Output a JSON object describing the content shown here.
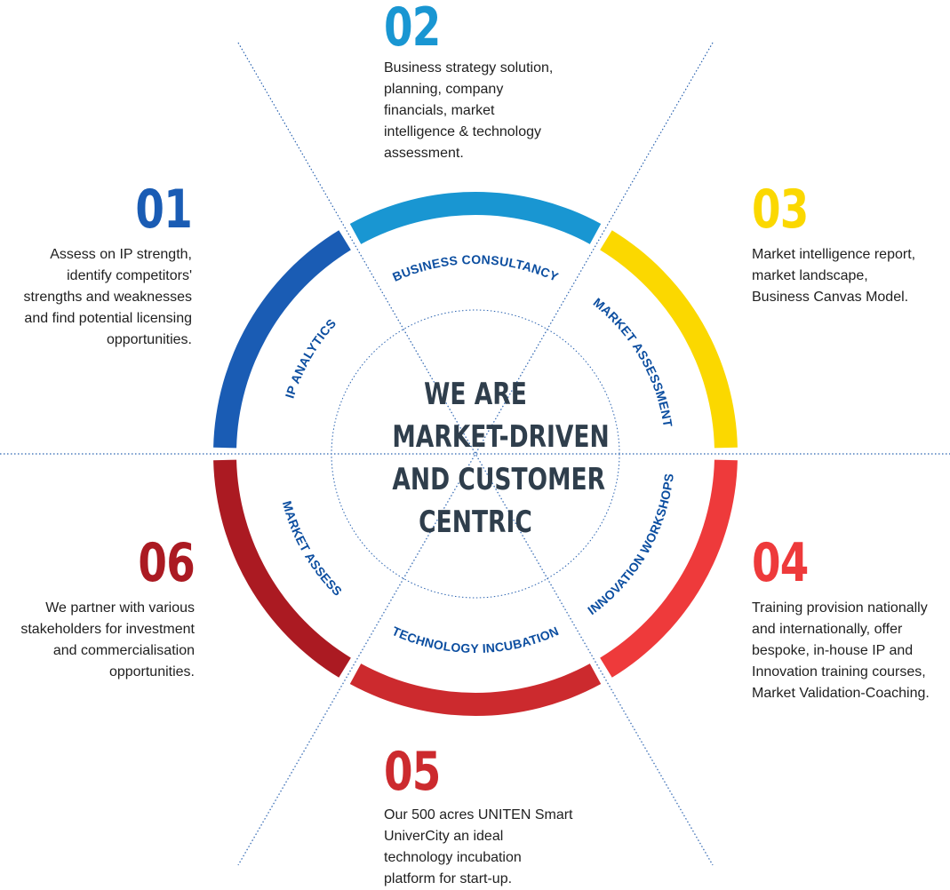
{
  "center": {
    "lines": [
      "WE ARE",
      "MARKET-DRIVEN",
      "AND CUSTOMER",
      "CENTRIC"
    ]
  },
  "segments": [
    {
      "label": "IP ANALYTICS",
      "color": "#1a5cb4"
    },
    {
      "label": "BUSINESS CONSULTANCY",
      "color": "#1996d2"
    },
    {
      "label": "MARKET ASSESSMENT",
      "color": "#fbd800"
    },
    {
      "label": "INNOVATION WORKSHOPS",
      "color": "#ee3a3b"
    },
    {
      "label": "TECHNOLOGY INCUBATION",
      "color": "#cc2a2e"
    },
    {
      "label": "MARKET ASSESS",
      "color": "#ab1a22"
    }
  ],
  "items": {
    "i01": {
      "num": "01",
      "color": "#1a5cb4",
      "lines": [
        "Assess on IP strength,",
        "identify competitors'",
        "strengths and weaknesses",
        "and find potential licensing",
        "opportunities."
      ]
    },
    "i02": {
      "num": "02",
      "color": "#1996d2",
      "lines": [
        "Business strategy solution,",
        "planning, company",
        "financials, market",
        "intelligence & technology",
        "assessment."
      ]
    },
    "i03": {
      "num": "03",
      "color": "#fbd800",
      "lines": [
        "Market intelligence report,",
        "market landscape,",
        "Business Canvas Model."
      ]
    },
    "i04": {
      "num": "04",
      "color": "#ee3a3b",
      "lines": [
        "Training provision nationally",
        "and internationally, offer",
        "bespoke, in-house IP and",
        "Innovation training courses,",
        "Market Validation-Coaching."
      ]
    },
    "i05": {
      "num": "05",
      "color": "#cc2a2e",
      "lines": [
        "Our 500 acres UNITEN Smart",
        "UniverCity an ideal",
        "technology incubation",
        "platform for start-up."
      ]
    },
    "i06": {
      "num": "06",
      "color": "#ab1a22",
      "lines": [
        "We partner with various",
        "stakeholders for investment",
        "and commercialisation",
        "opportunities."
      ]
    }
  },
  "line_color": "#2b63b0",
  "label_color": "#0c4ea0"
}
